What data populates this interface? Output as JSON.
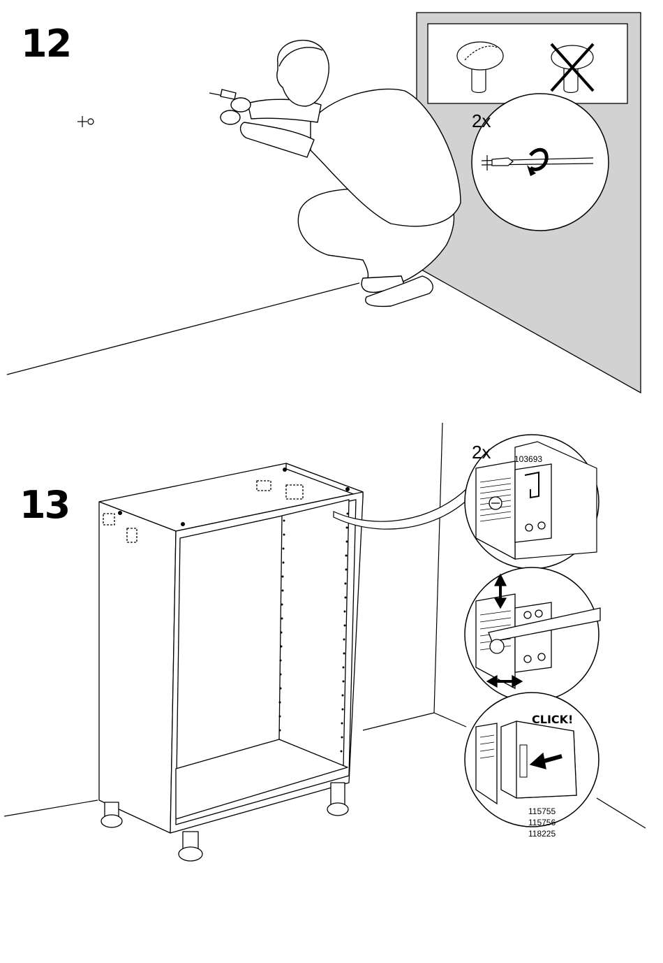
{
  "step12": {
    "number": "12",
    "quantity": "2x"
  },
  "step13": {
    "number": "13",
    "quantity": "2x",
    "part_top": "103693",
    "click": "CLICK!",
    "parts_bottom": [
      "115755",
      "115756",
      "118225"
    ]
  },
  "icons": {
    "step12": [
      "screw-icon",
      "knob-correct-icon",
      "knob-wrong-icon",
      "screwdriver-detail-icon",
      "person-icon"
    ],
    "step13": [
      "cabinet-frame-icon",
      "bracket-detail-icon",
      "adjust-arrows-icon",
      "cover-click-icon"
    ]
  }
}
